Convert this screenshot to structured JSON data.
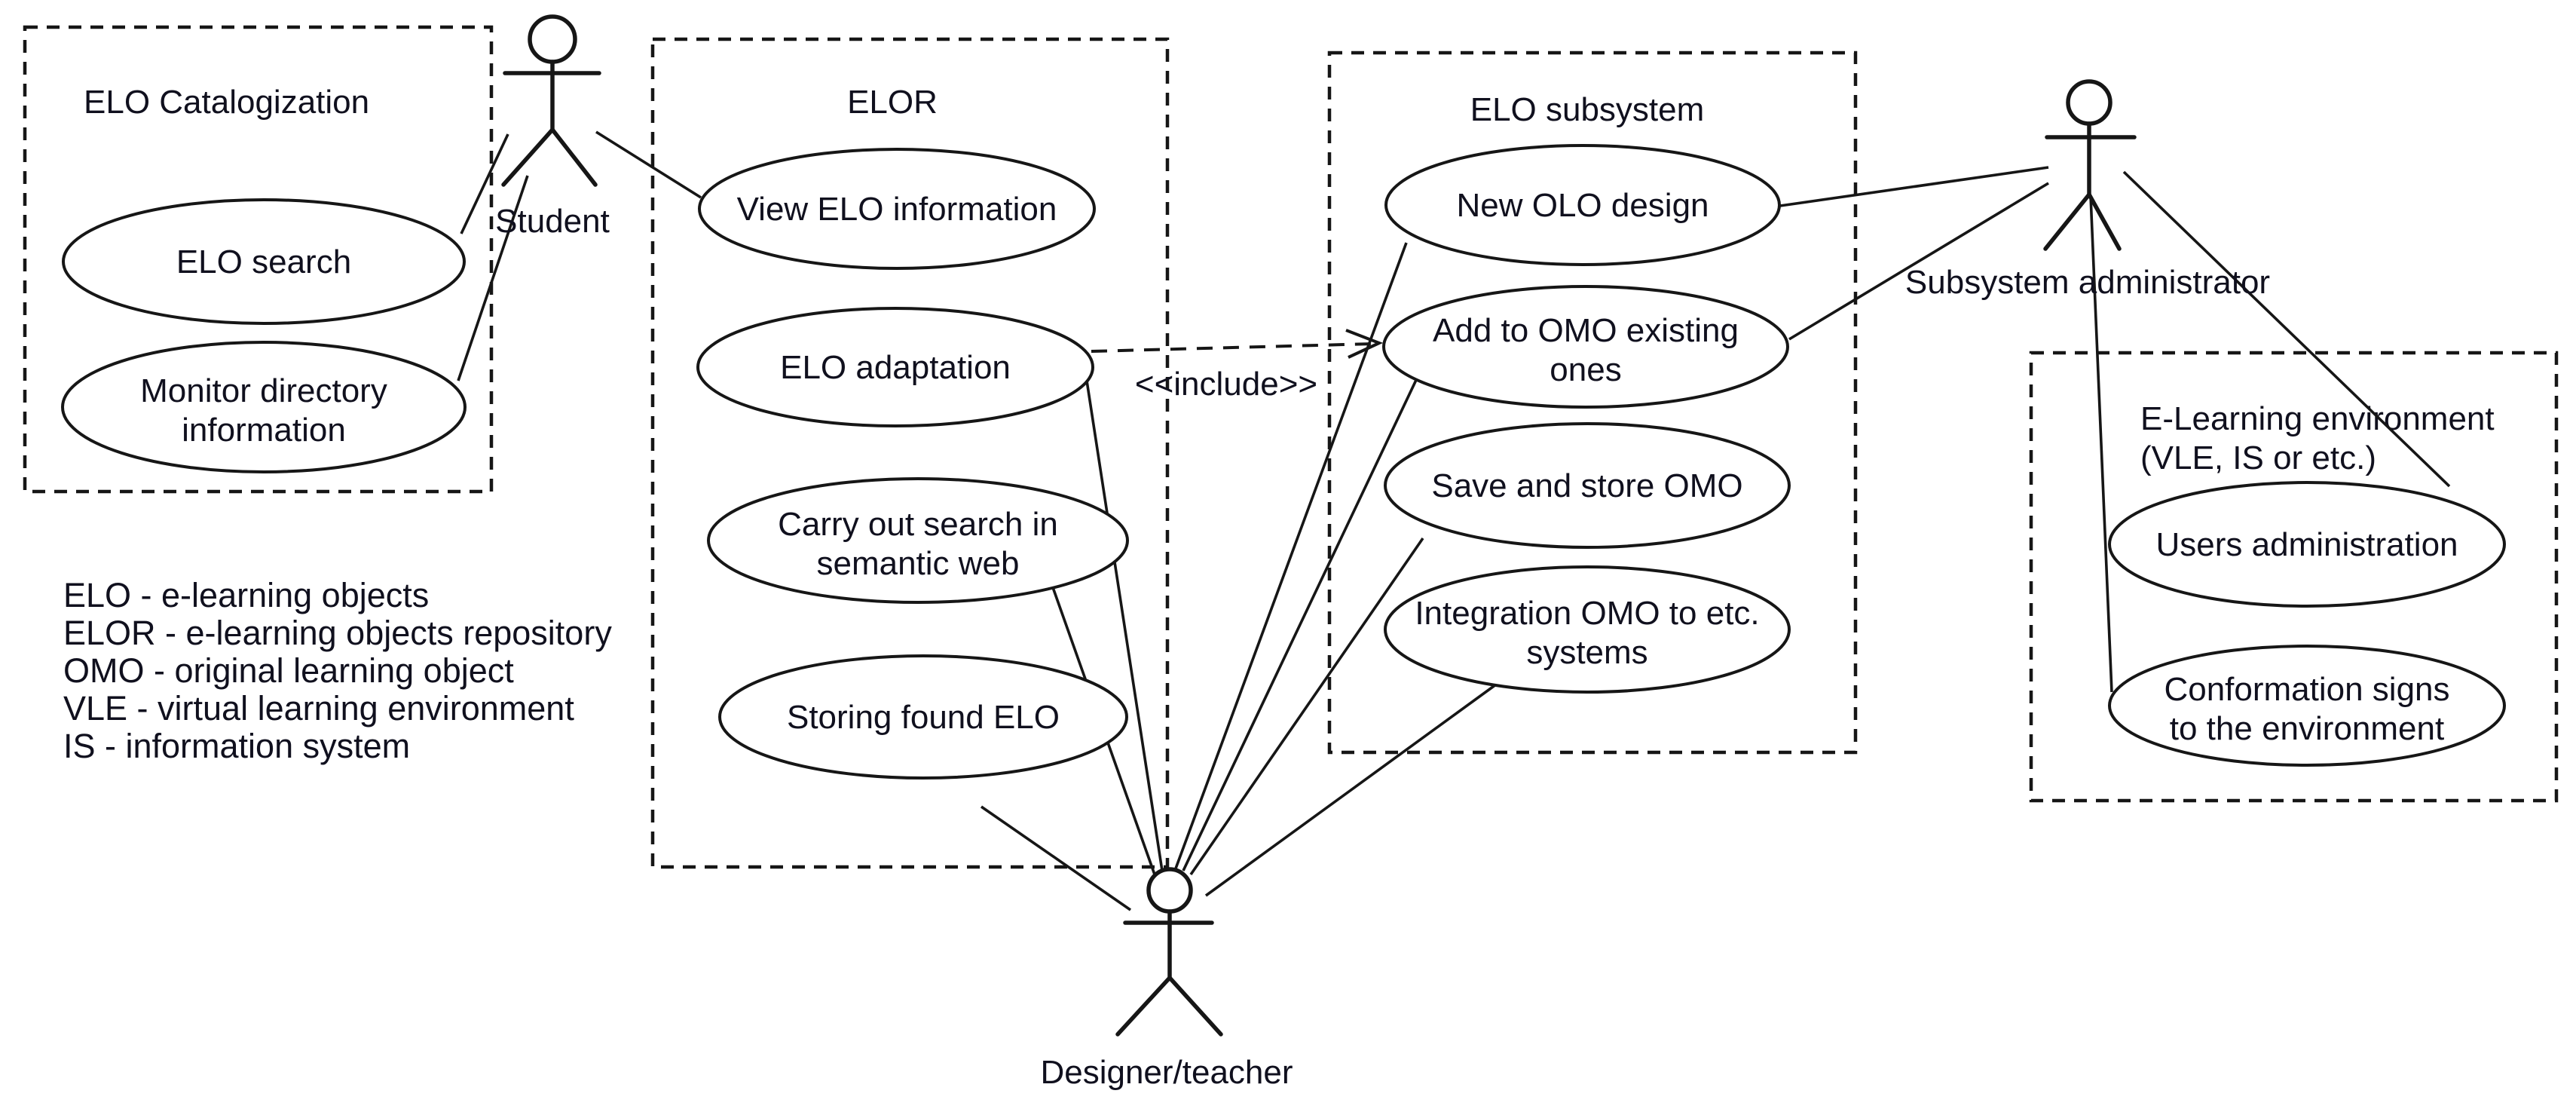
{
  "colors": {
    "background": "#ffffff",
    "line": "#161616",
    "text": "#10101e"
  },
  "packages": [
    {
      "id": "elo-catalogization",
      "title": "ELO Catalogization"
    },
    {
      "id": "elor",
      "title": "ELOR"
    },
    {
      "id": "elo-subsystem",
      "title": "ELO subsystem"
    },
    {
      "id": "e-learning-environment",
      "title": "E-Learning environment",
      "subtitle": "(VLE, IS or etc.)"
    }
  ],
  "use_cases": [
    {
      "id": "elo-search",
      "lines": [
        "ELO search"
      ]
    },
    {
      "id": "monitor-directory-information",
      "lines": [
        "Monitor directory",
        "information"
      ]
    },
    {
      "id": "view-elo-information",
      "lines": [
        "View ELO information"
      ]
    },
    {
      "id": "elo-adaptation",
      "lines": [
        "ELO adaptation"
      ]
    },
    {
      "id": "carry-out-search-in-semantic-web",
      "lines": [
        "Carry out search in",
        "semantic web"
      ]
    },
    {
      "id": "storing-found-elo",
      "lines": [
        "Storing found ELO"
      ]
    },
    {
      "id": "new-olo-design",
      "lines": [
        "New OLO design"
      ]
    },
    {
      "id": "add-to-omo-existing-ones",
      "lines": [
        "Add to OMO existing",
        "ones"
      ]
    },
    {
      "id": "save-and-store-omo",
      "lines": [
        "Save and store OMO"
      ]
    },
    {
      "id": "integration-omo-to-etc-systems",
      "lines": [
        "Integration OMO to etc.",
        "systems"
      ]
    },
    {
      "id": "users-administration",
      "lines": [
        "Users administration"
      ]
    },
    {
      "id": "conformation-signs-to-the-environment",
      "lines": [
        "Conformation signs",
        "to the environment"
      ]
    }
  ],
  "actors": [
    {
      "id": "student",
      "label": "Student"
    },
    {
      "id": "designer-teacher",
      "label": "Designer/teacher"
    },
    {
      "id": "subsystem-administrator",
      "label": "Subsystem administrator"
    }
  ],
  "relationships": {
    "include_label": "<<include>>"
  },
  "legend": {
    "lines": [
      "ELO - e-learning objects",
      "ELOR - e-learning objects repository",
      "OMO - original learning object",
      "VLE - virtual learning environment",
      "IS - information system"
    ]
  }
}
